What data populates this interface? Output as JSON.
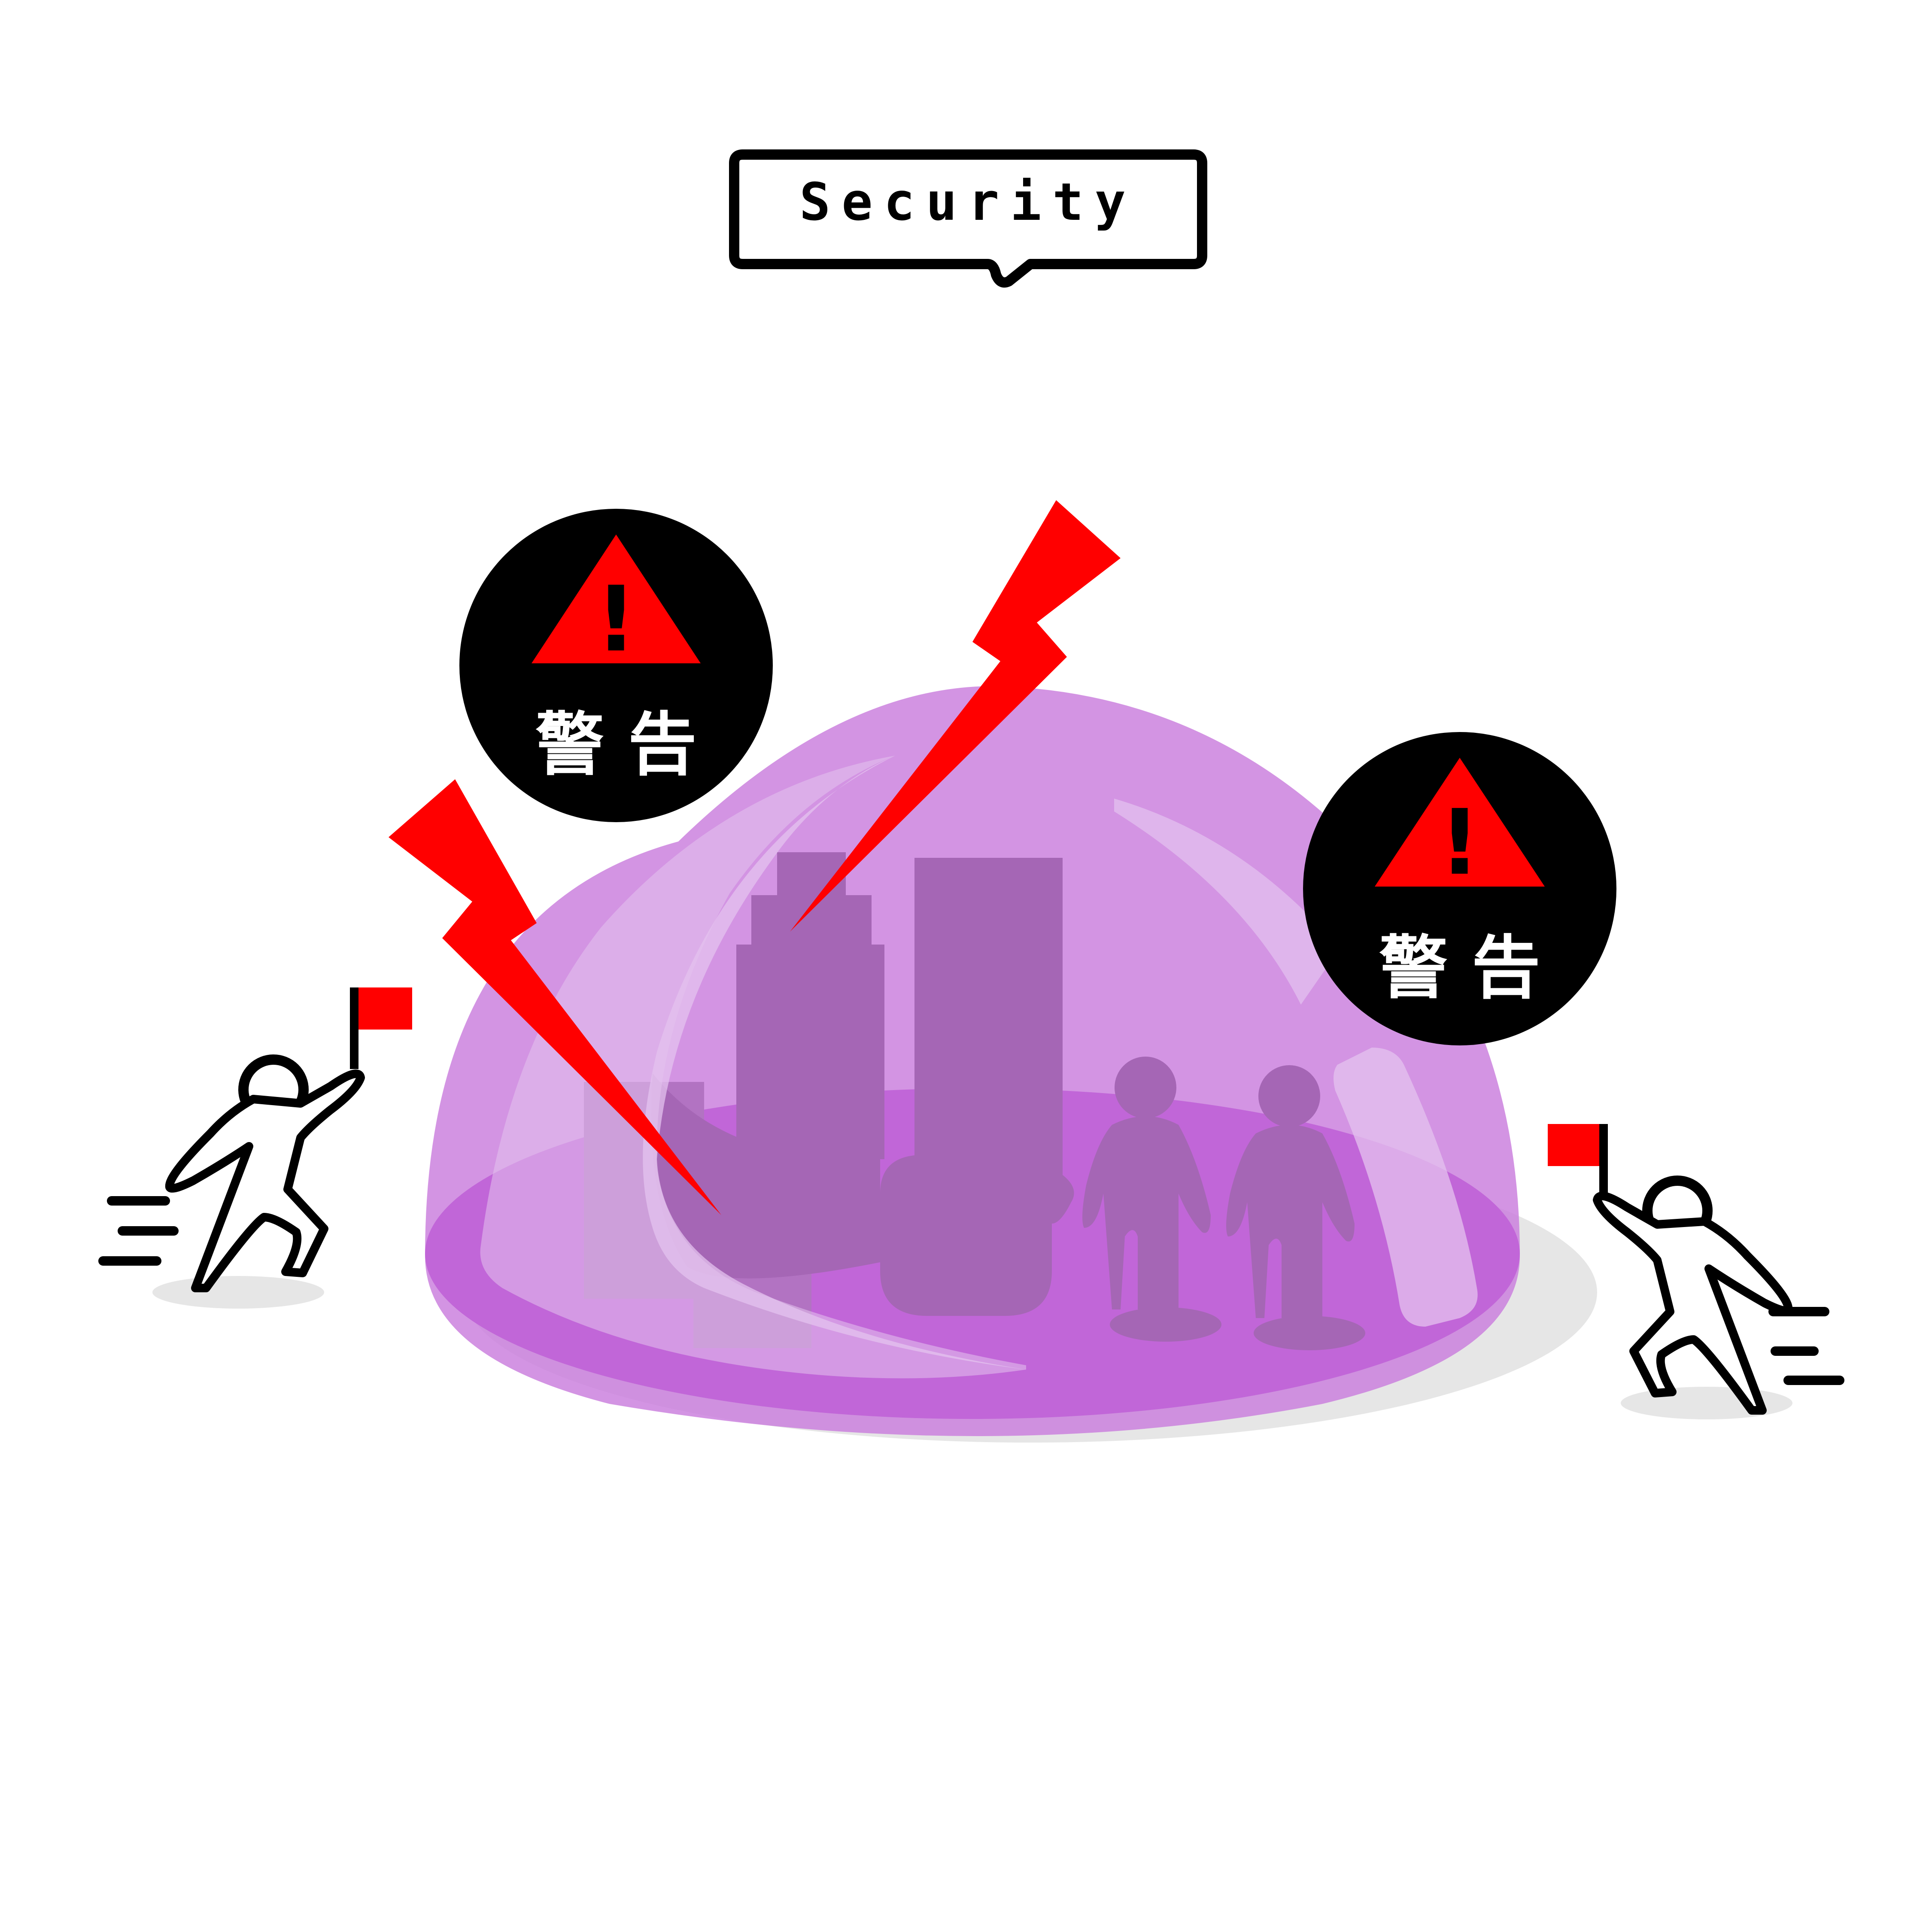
{
  "title_label": {
    "text": "Security"
  },
  "warning_badges": [
    {
      "text": "警 告",
      "symbol": "!"
    },
    {
      "text": "警 告",
      "symbol": "!"
    }
  ],
  "colors": {
    "dome": "#c97ddd",
    "dome_base": "#9a00c0",
    "dome_highlight": "#e4c3ef",
    "lightning": "#ff0000",
    "flag": "#ff0000",
    "silhouette": "#000000",
    "shadow": "#e6e6e6",
    "inside_building": "#4c4c4c"
  },
  "icons": {
    "badge_symbol": "warning-triangle-icon",
    "bolt": "lightning-bolt-icon",
    "runner": "running-person-with-flag-icon",
    "crowd": "person-silhouette-icon",
    "buildings": "city-buildings-icon"
  }
}
